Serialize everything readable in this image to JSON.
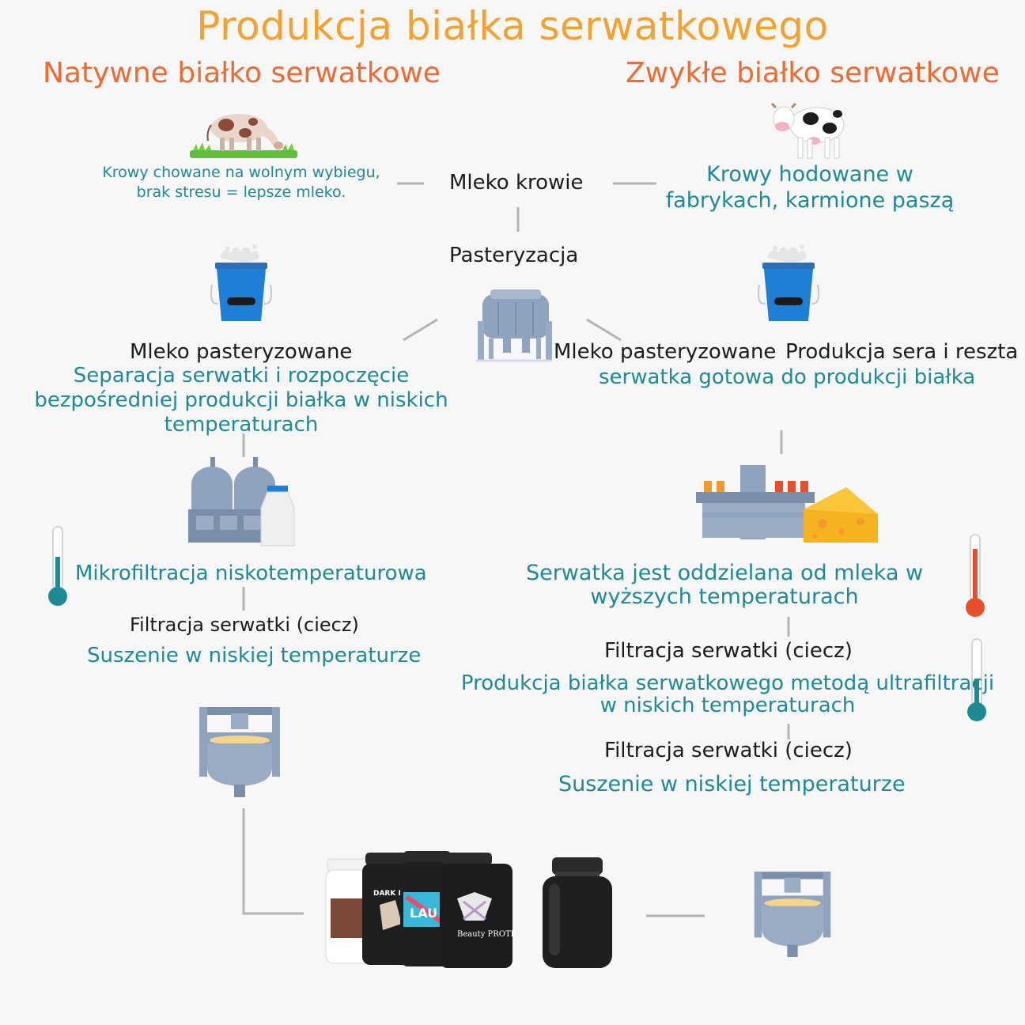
{
  "title": "Produkcja białka serwatkowego",
  "left": {
    "heading": "Natywne białko serwatkowe",
    "cows_note": "Krowy chowane na wolnym wybiegu, brak stresu = lepsze mleko.",
    "pasteurized": "Mleko pasteryzowane",
    "separation": "Separacja serwatki i rozpoczęcie bezpośredniej produkcji białka w niskich temperaturach",
    "microfiltration": "Mikrofiltracja niskotemperaturowa",
    "filtration": "Filtracja serwatki (ciecz)",
    "drying": "Suszenie w niskiej temperaturze"
  },
  "right": {
    "heading": "Zwykłe białko serwatkowe",
    "cows_note": "Krowy hodowane w fabrykach, karmione paszą",
    "pasteurized": "Mleko pasteryzowane",
    "cheese": "Produkcja sera i reszta",
    "whey_ready": "serwatka gotowa do produkcji białka",
    "separation": "Serwatka jest oddzielana od mleka w wyższych temperaturach",
    "filtration_1": "Filtracja serwatki (ciecz)",
    "ultrafiltration": "Produkcja białka serwatkowego metodą ultrafiltracji w niskich temperaturach",
    "filtration_2": "Filtracja serwatki (ciecz)",
    "drying": "Suszenie w niskiej temperaturze"
  },
  "center": {
    "milk": "Mleko krowie",
    "pasteurization": "Pasteryzacja"
  },
  "products": {
    "jar_labels": [
      "DARK KI",
      "LAU",
      "Beauty PROTEIN"
    ]
  },
  "icons": [
    "grazing-cow-icon",
    "factory-cow-icon",
    "milk-bucket-icon",
    "pasteurizer-tank-icon",
    "dairy-factory-icon",
    "cheese-factory-icon",
    "thermometer-cold-icon",
    "thermometer-hot-icon",
    "drying-vat-icon",
    "protein-jars-icon",
    "protein-jar-icon"
  ],
  "colors": {
    "title": "#f4a12e",
    "heading": "#ee6a33",
    "teal_text": "#1d8a94",
    "connector": "#b3b3b3",
    "bucket_blue": "#1e7fd6",
    "machine_blue": "#8fa3bf",
    "thermo_cold": "#1d8a94",
    "thermo_hot": "#e5502b",
    "cheese": "#fbc43b"
  }
}
